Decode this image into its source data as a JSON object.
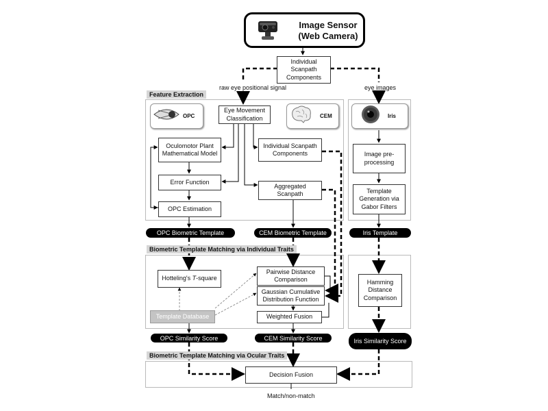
{
  "sensor": {
    "title_line1": "Image Sensor",
    "title_line2": "(Web Camera)"
  },
  "top": {
    "components": "Individual Scanpath Components",
    "raw_signal": "raw eye positional signal",
    "eye_images": "eye images"
  },
  "feature_extraction": {
    "title": "Feature Extraction",
    "opc_card": "OPC",
    "cem_card": "CEM",
    "iris_card": "Iris",
    "eye_movement": "Eye Movement Classification",
    "oculomotor": "Oculomotor Plant Mathematical Model",
    "error_function": "Error Function",
    "opc_estimation": "OPC Estimation",
    "individual_components": "Individual Scanpath Components",
    "aggregated": "Aggregated Scanpath",
    "image_preprocessing": "Image pre-processing",
    "template_generation": "Template Generation via Gabor Filters"
  },
  "templates": {
    "opc": "OPC Biometric Template",
    "cem": "CEM Biometric Template",
    "iris": "Iris Template"
  },
  "matching_individual": {
    "title": "Biometric Template Matching via Individual Traits",
    "hotelling_prefix": "Hotteling's ",
    "hotelling_italic": "T",
    "hotelling_suffix": "-square",
    "template_db": "Template Database",
    "pairwise": "Pairwise Distance Comparison",
    "gaussian": "Gaussian Cumulative Distribution Function",
    "weighted": "Weighted Fusion",
    "hamming": "Hamming Distance Comparison"
  },
  "scores": {
    "opc": "OPC Similarity Score",
    "cem": "CEM Similarity Score",
    "iris": "Iris Similarity Score"
  },
  "matching_ocular": {
    "title": "Biometric Template Matching via Ocular Traits",
    "decision": "Decision Fusion"
  },
  "output": "Match/non-match",
  "icons": [
    "web-camera-icon",
    "eye-cross-section-icon",
    "brain-icon",
    "iris-icon"
  ],
  "colors": {
    "pill": "#000000",
    "section_title_bg": "#d6d6d6",
    "template_db_bg": "#c4c4c4"
  }
}
